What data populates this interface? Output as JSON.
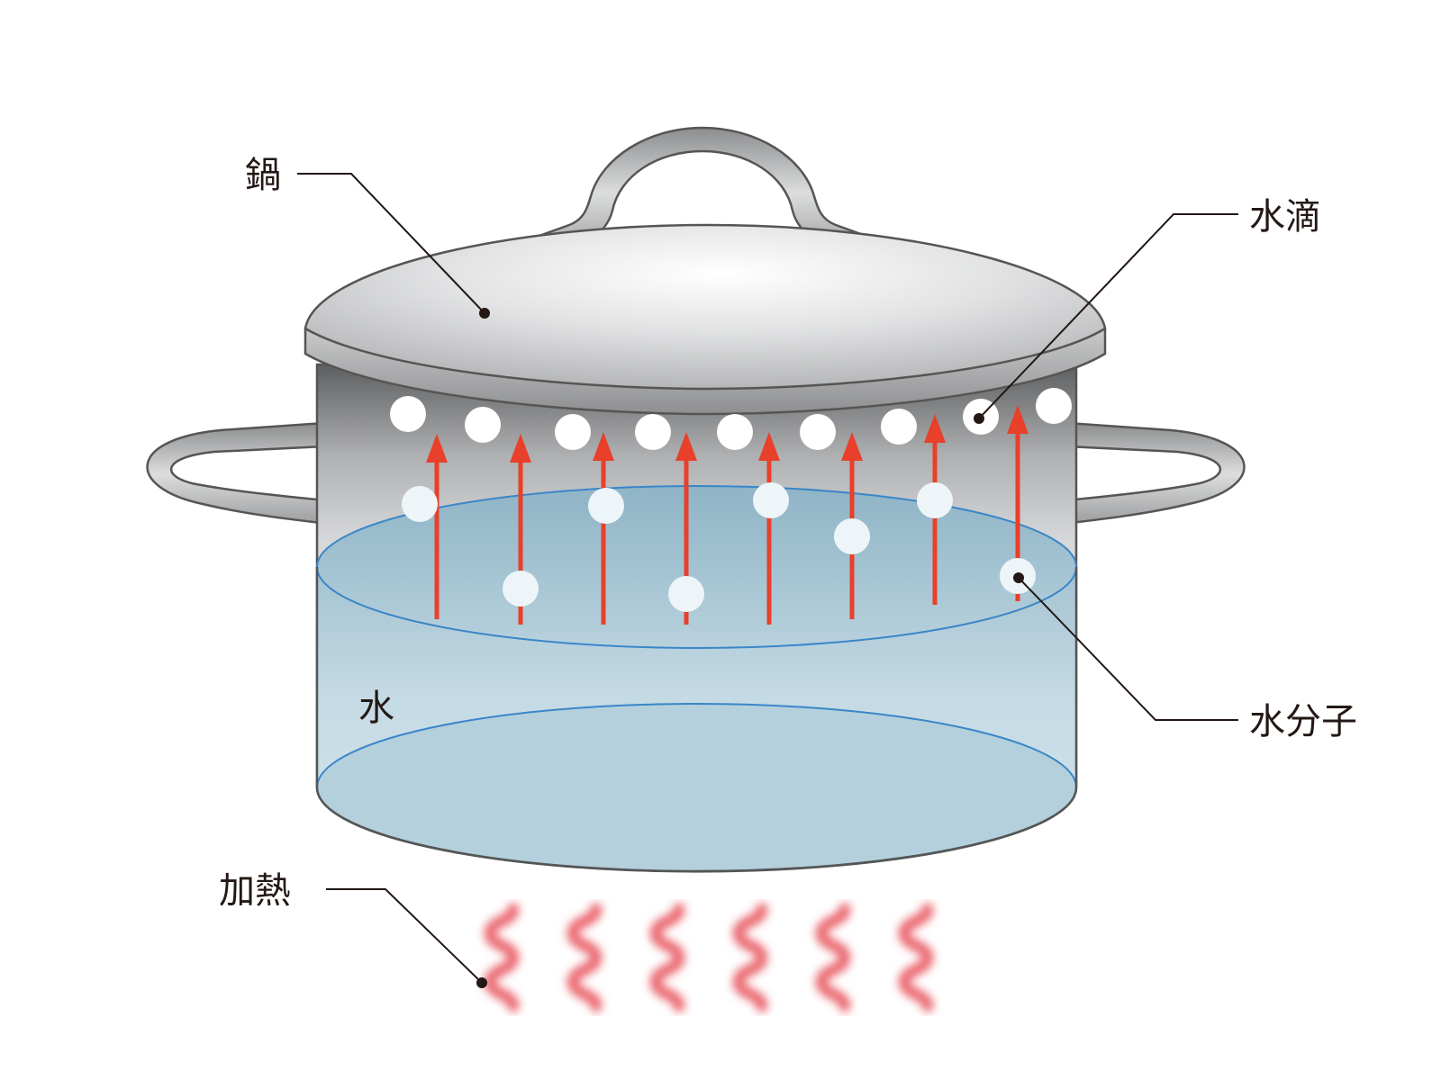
{
  "labels": {
    "pot": "鍋",
    "droplet": "水滴",
    "molecule": "水分子",
    "water": "水",
    "heating": "加熱"
  },
  "colors": {
    "arrow": "#e8402a",
    "heat": "#e8545e",
    "water_line": "#3a86c8",
    "metal": "#c8c8c8",
    "outline": "#555555",
    "leader": "#231815"
  }
}
